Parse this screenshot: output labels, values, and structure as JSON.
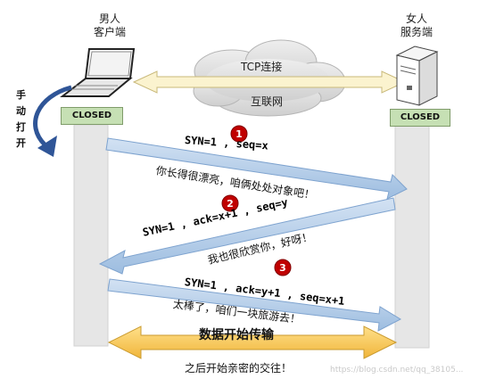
{
  "client": {
    "line1": "男人",
    "line2": "客户端",
    "status": "CLOSED"
  },
  "server": {
    "line1": "女人",
    "line2": "服务端",
    "status": "CLOSED"
  },
  "cloud": {
    "protocol": "TCP连接",
    "network": "互联网"
  },
  "manual_open": [
    "手",
    "动",
    "打",
    "开"
  ],
  "steps": [
    {
      "number": "1",
      "message": "SYN=1 , seq=x",
      "caption": "你长得很漂亮，咱俩处处对象吧！"
    },
    {
      "number": "2",
      "message": "SYN=1 , ack=x+1 , seq=y",
      "caption": "我也很欣赏你，好呀！"
    },
    {
      "number": "3",
      "message": "SYN=1 , ack=y+1 , seq=x+1",
      "caption": "太棒了，咱们一块旅游去！"
    }
  ],
  "data_transfer": {
    "label": "数据开始传输",
    "caption": "之后开始亲密的交往！"
  },
  "watermark": "https://blog.csdn.net/qq_38105..."
}
